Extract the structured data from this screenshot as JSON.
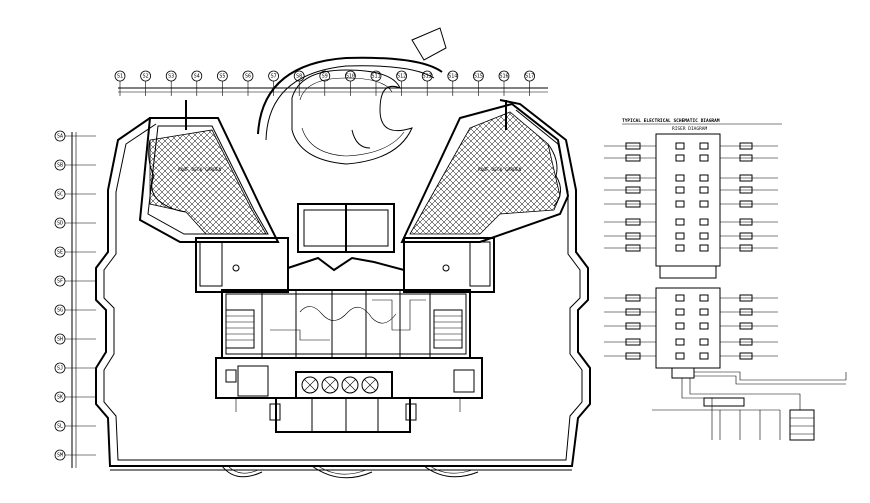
{
  "drawing": {
    "top_grid_tags": [
      "S1",
      "S2",
      "S3",
      "S4",
      "S5",
      "S6",
      "S7",
      "S8",
      "S9",
      "S10",
      "S11",
      "S12",
      "S13",
      "S14",
      "S15",
      "S16",
      "S17"
    ],
    "left_grid_tags": [
      "SA",
      "SB",
      "SC",
      "SD",
      "SE",
      "SF",
      "SG",
      "SH",
      "SJ",
      "SK",
      "SL",
      "SM"
    ],
    "room_label_left": "ROOF DECK GARDEN",
    "room_label_right": "ROOF DECK GARDEN"
  },
  "schematic": {
    "title": "TYPICAL ELECTRICAL SCHEMATIC DIAGRAM",
    "subtitle": "RISER DIAGRAM"
  }
}
